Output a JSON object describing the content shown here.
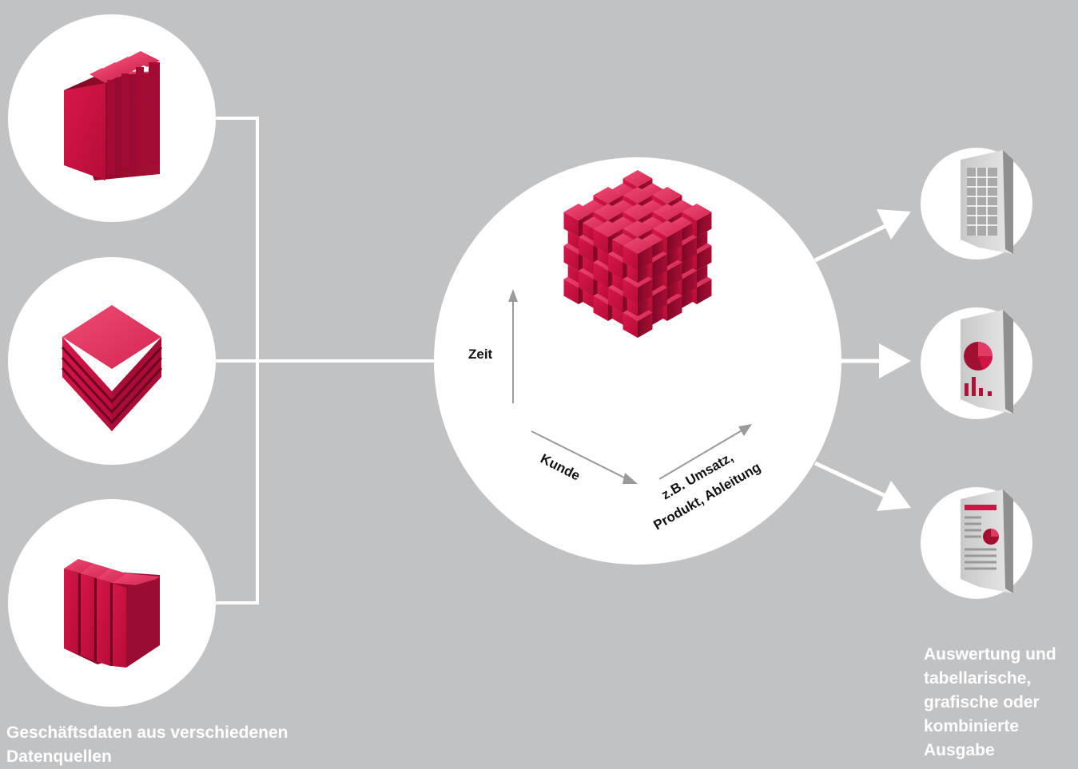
{
  "colors": {
    "background": "#c1c2c4",
    "circle": "#ffffff",
    "connector": "#ffffff",
    "cube_front": "#cf1446",
    "cube_top": "#e23a64",
    "cube_side": "#8e0b2c",
    "axis_arrow": "#9a9a9a",
    "doc_gray": "#bdbdbd"
  },
  "sources": {
    "items": [
      {
        "icon": "vertical-slices-cube-icon"
      },
      {
        "icon": "stacked-layers-cube-icon"
      },
      {
        "icon": "vertical-slices-cube-icon"
      }
    ],
    "caption": "Geschäftsdaten aus verschiedenen Datenquellen"
  },
  "olap_cube": {
    "icon": "data-cube-icon",
    "axis_time": "Zeit",
    "axis_customer": "Kunde",
    "axis_measure_line1": "z.B. Umsatz,",
    "axis_measure_line2": "Produkt, Ableitung"
  },
  "outputs": {
    "items": [
      {
        "icon": "table-document-icon"
      },
      {
        "icon": "chart-document-icon"
      },
      {
        "icon": "report-document-icon"
      }
    ],
    "caption": "Auswertung und tabellarische, grafische oder kombinierte Ausgabe"
  }
}
